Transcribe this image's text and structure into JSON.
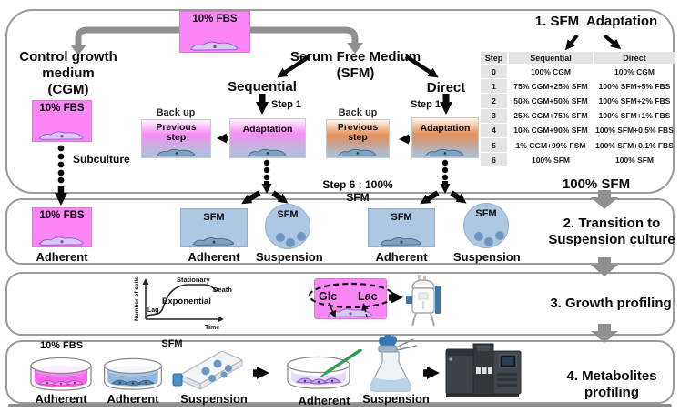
{
  "colors": {
    "pink": "#fb87f7",
    "blue": "#aec7e3",
    "orange_gradient_top": "#e89058",
    "panel_border": "#9a9a9a",
    "flow_gray": "#909090"
  },
  "panel1": {
    "heading": "1. SFM  Adaptation",
    "top_box_label": "10% FBS",
    "cgm_line1": "Control growth medium",
    "cgm_line2": "(CGM)",
    "sfm_line1": "Serum Free Medium",
    "sfm_line2": "(SFM)",
    "sequential_label": "Sequential",
    "direct_label": "Direct",
    "step1_seq": "Step 1",
    "step1_dir": "Step 1",
    "left_box_label": "10% FBS",
    "subculture_label": "Subculture",
    "backup_seq": "Back up",
    "backup_dir": "Back up",
    "prev_seq_line1": "Previous",
    "prev_seq_line2": "step",
    "adaptation_seq": "Adaptation",
    "prev_dir_line1": "Previous",
    "prev_dir_line2": "step",
    "adaptation_dir": "Adaptation",
    "step6_label": "Step 6 : 100% SFM",
    "sfm100_label": "100% SFM",
    "table": {
      "headers": [
        "Step",
        "Sequential",
        "Direct"
      ],
      "rows": [
        [
          "0",
          "100% CGM",
          "100% CGM"
        ],
        [
          "1",
          "75% CGM+25% SFM",
          "100% SFM+5% FBS"
        ],
        [
          "2",
          "50% CGM+50% SFM",
          "100% SFM+2% FBS"
        ],
        [
          "3",
          "25% CGM+75% SFM",
          "100% SFM+1% FBS"
        ],
        [
          "4",
          "10% CGM+90% SFM",
          "100% SFM+0.5% FBS"
        ],
        [
          "5",
          "1% CGM+99% FSM",
          "100% SFM+0.1% FBS"
        ],
        [
          "6",
          "100% SFM",
          "100% SFM"
        ]
      ]
    }
  },
  "panel2": {
    "title_line1": "2. Transition to",
    "title_line2": "Suspension culture",
    "items": [
      {
        "label": "10% FBS",
        "caption": "Adherent"
      },
      {
        "label": "SFM",
        "caption": "Adherent"
      },
      {
        "label": "SFM",
        "caption": "Suspension"
      },
      {
        "label": "SFM",
        "caption": "Adherent"
      },
      {
        "label": "SFM",
        "caption": "Suspension"
      }
    ]
  },
  "panel3": {
    "title": "3. Growth profiling",
    "growth_chart": {
      "type": "line",
      "ylabel": "Number of cells",
      "xlabel": "Time",
      "phases": [
        "Lag",
        "Exponential",
        "Stationary",
        "Death"
      ]
    },
    "glc_label": "Glc",
    "lac_label": "Lac"
  },
  "panel4": {
    "title": "4. Metabolites profiling",
    "fbs_label": "10% FBS",
    "sfm_label": "SFM",
    "captions": [
      "Adherent",
      "Adherent",
      "Suspension",
      "Adherent",
      "Suspension"
    ]
  }
}
